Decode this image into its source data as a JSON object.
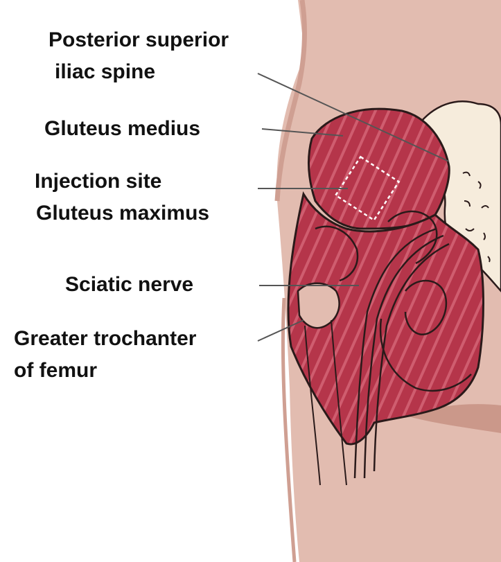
{
  "labels": {
    "psis_line1": "Posterior superior",
    "psis_line2": "iliac spine",
    "gluteus_medius": "Gluteus medius",
    "injection_site": "Injection site",
    "gluteus_maximus": "Gluteus maximus",
    "sciatic_nerve": "Sciatic nerve",
    "greater_trochanter_line1": "Greater trochanter",
    "greater_trochanter_line2": "of femur"
  },
  "colors": {
    "skin": "#e2bcb0",
    "skin_shadow": "#cf9f92",
    "muscle": "#b5354a",
    "muscle_stripe": "#cf5d6f",
    "bone": "#f6ecdc",
    "outline": "#2a1a1a",
    "leader_line": "#555555",
    "injection_box": "#ffffff"
  }
}
